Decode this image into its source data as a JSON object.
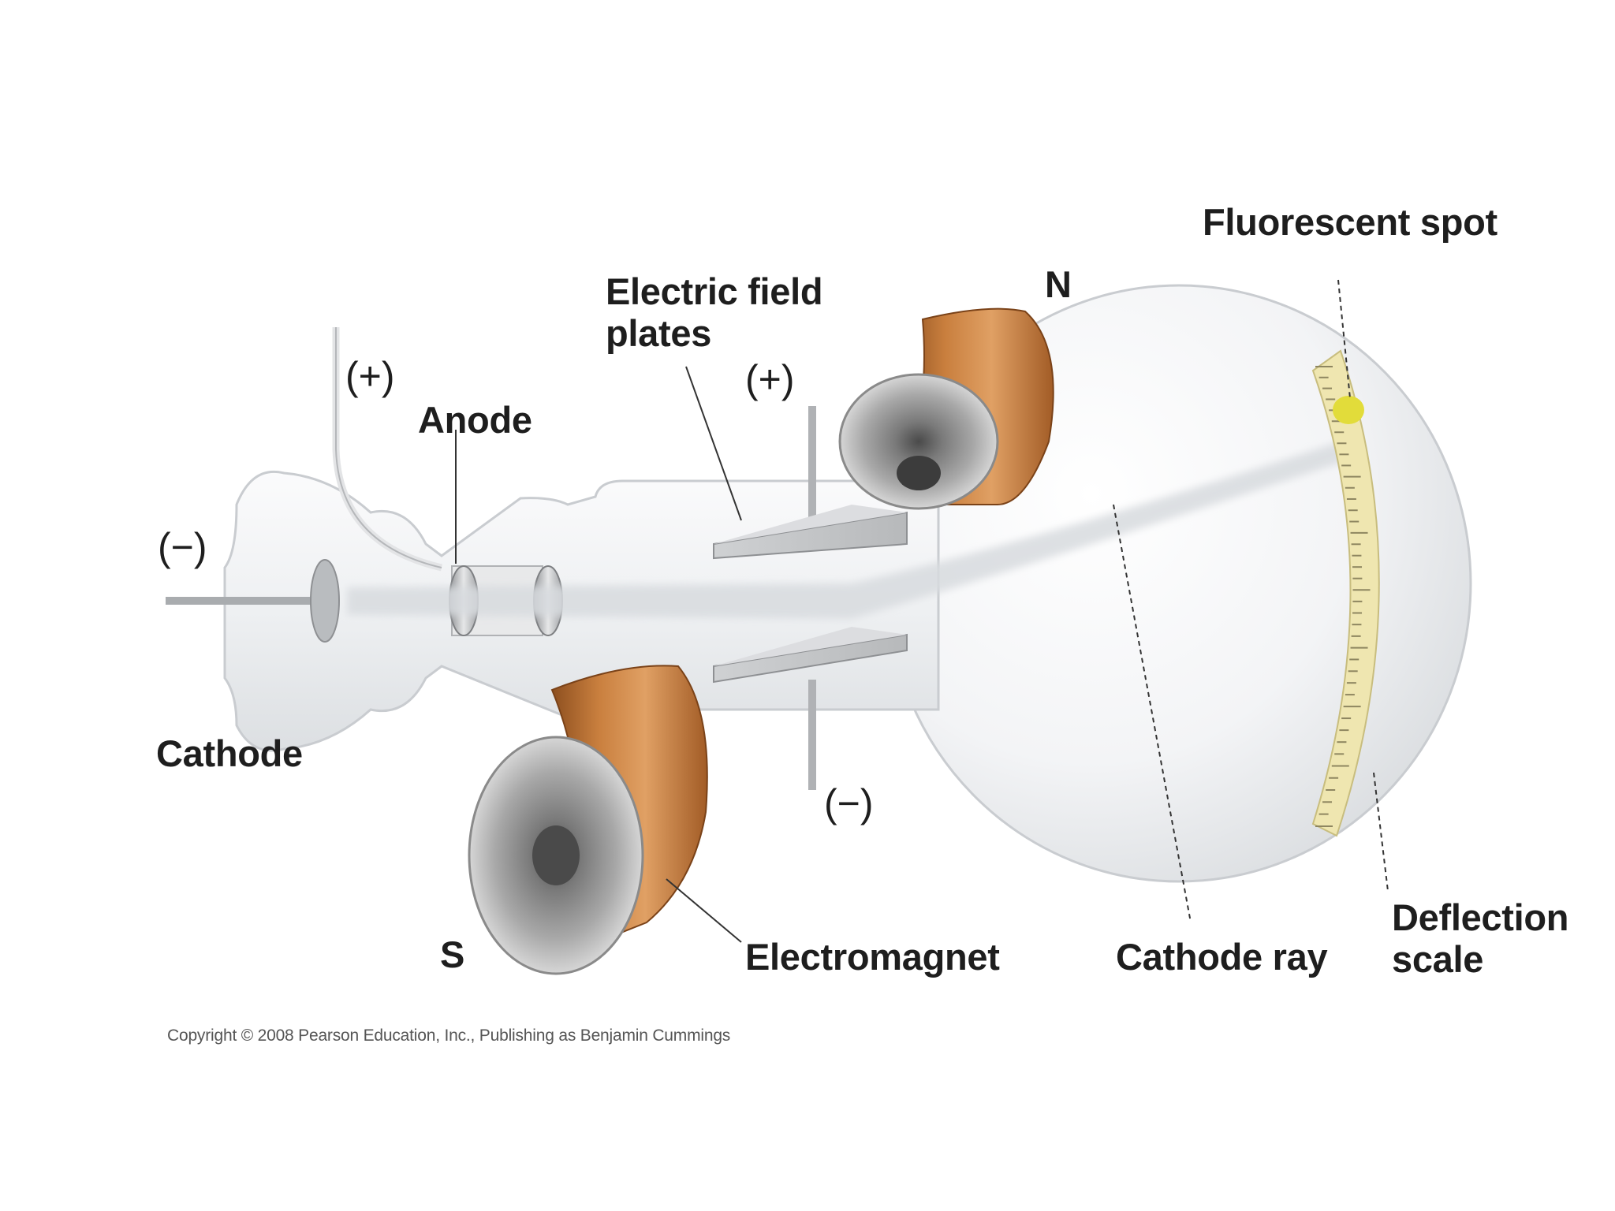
{
  "labels": {
    "fluorescent_spot": "Fluorescent spot",
    "electric_field_plates_line1": "Electric field",
    "electric_field_plates_line2": "plates",
    "north_pole": "N",
    "south_pole": "S",
    "anode": "Anode",
    "cathode": "Cathode",
    "electromagnet": "Electromagnet",
    "cathode_ray": "Cathode ray",
    "deflection_scale_line1": "Deflection",
    "deflection_scale_line2": "scale"
  },
  "signs": {
    "anode_positive": "(+)",
    "cathode_negative": "(−)",
    "plate_positive": "(+)",
    "plate_negative": "(−)"
  },
  "copyright": "Copyright © 2008 Pearson Education, Inc., Publishing as Benjamin Cummings",
  "colors": {
    "glass": "#eef0f2",
    "coil_copper": "#c0783a",
    "metal_plate": "#a9abae",
    "scale": "#efe6b0",
    "spot": "#e2dc3a"
  }
}
